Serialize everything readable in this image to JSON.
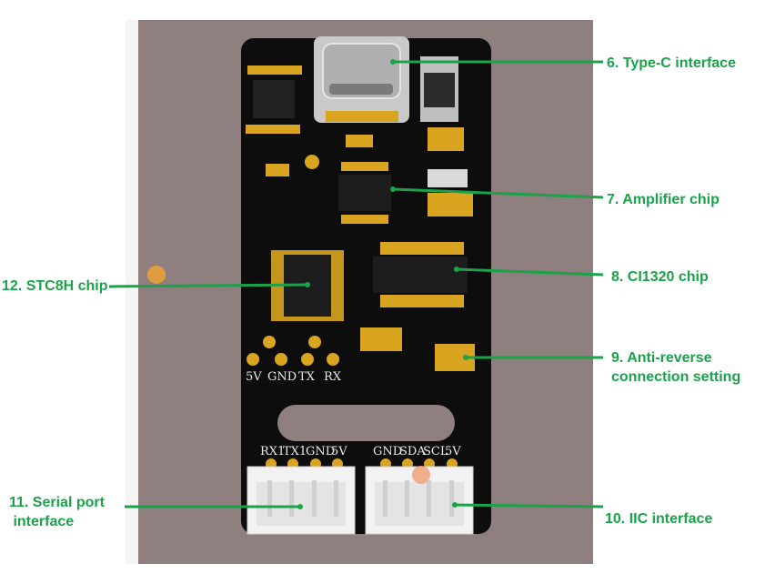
{
  "colors": {
    "accent": "#1aa34a",
    "board": "#0d0d0d",
    "background": "#8f7f7e",
    "pad": "#d9a520",
    "connector": "#f2f2f2"
  },
  "callouts": [
    {
      "id": "type-c",
      "label": "6. Type-C interface"
    },
    {
      "id": "amplifier",
      "label": "7. Amplifier chip"
    },
    {
      "id": "ci1320",
      "label": "8. CI1320 chip"
    },
    {
      "id": "anti-reverse",
      "label": "9. Anti-reverse\nconnection setting"
    },
    {
      "id": "iic",
      "label": "10. IIC interface"
    },
    {
      "id": "serial",
      "label": "11. Serial port\n interface"
    },
    {
      "id": "stc8h",
      "label": "12. STC8H chip"
    }
  ],
  "board": {
    "pin_labels_mid": [
      "5V",
      "GND",
      "TX",
      "RX"
    ],
    "serial_header": [
      "RX1",
      "TX1",
      "GND",
      "5V"
    ],
    "iic_header": [
      "GND",
      "SDA",
      "SCL",
      "5V"
    ]
  }
}
